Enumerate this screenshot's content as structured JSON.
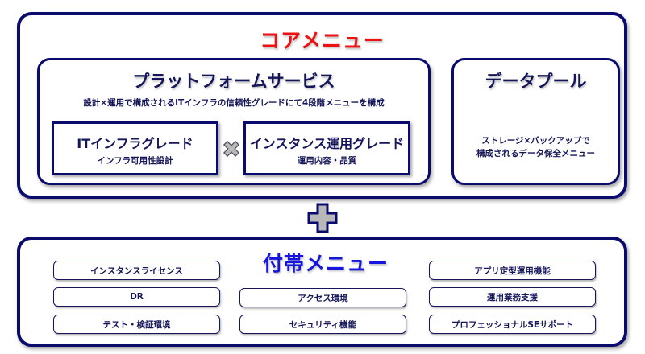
{
  "core_menu": {
    "title": "コアメニュー",
    "title_color": "#ee1111",
    "platform_service": {
      "title": "プラットフォームサービス",
      "description": "設計×運用で構成されるITインフラの信頼性グレードにて4段階メニューを構成",
      "it_infra_grade": {
        "title": "ITインフラグレード",
        "subtitle": "インフラ可用性設計"
      },
      "operator": "times-icon",
      "instance_ops_grade": {
        "title": "インスタンス運用グレード",
        "subtitle": "運用内容・品質"
      }
    },
    "data_pool": {
      "title": "データプール",
      "description_line1": "ストレージ×バックアップで",
      "description_line2": "構成されるデータ保全メニュー"
    }
  },
  "connector": "plus-icon",
  "optional_menu": {
    "title": "付帯メニュー",
    "title_color": "#1515dd",
    "left_column": [
      {
        "label": "インスタンスライセンス"
      },
      {
        "label": "DR"
      },
      {
        "label": "テスト・検証環境"
      }
    ],
    "middle_column": [
      {
        "label": "アクセス環境"
      },
      {
        "label": "セキュリティ機能"
      }
    ],
    "right_column": [
      {
        "label": "アプリ定型運用機能"
      },
      {
        "label": "運用業務支援"
      },
      {
        "label": "プロフェッショナルSEサポート"
      }
    ]
  },
  "colors": {
    "border_navy": "#0b0b6e",
    "text_navy": "#15155a",
    "icon_gray": "#b8b8b8"
  }
}
